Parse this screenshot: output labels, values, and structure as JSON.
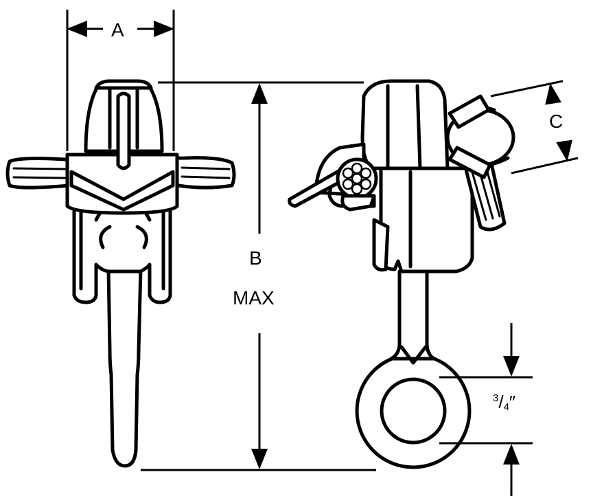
{
  "labels": {
    "dim_a": "A",
    "dim_b": "B",
    "dim_b_note": "MAX",
    "dim_c": "C",
    "eye_num": "3",
    "eye_slash": "/",
    "eye_den": "4",
    "eye_inch": "″"
  },
  "colors": {
    "ink": "#000000",
    "paper": "#ffffff"
  }
}
